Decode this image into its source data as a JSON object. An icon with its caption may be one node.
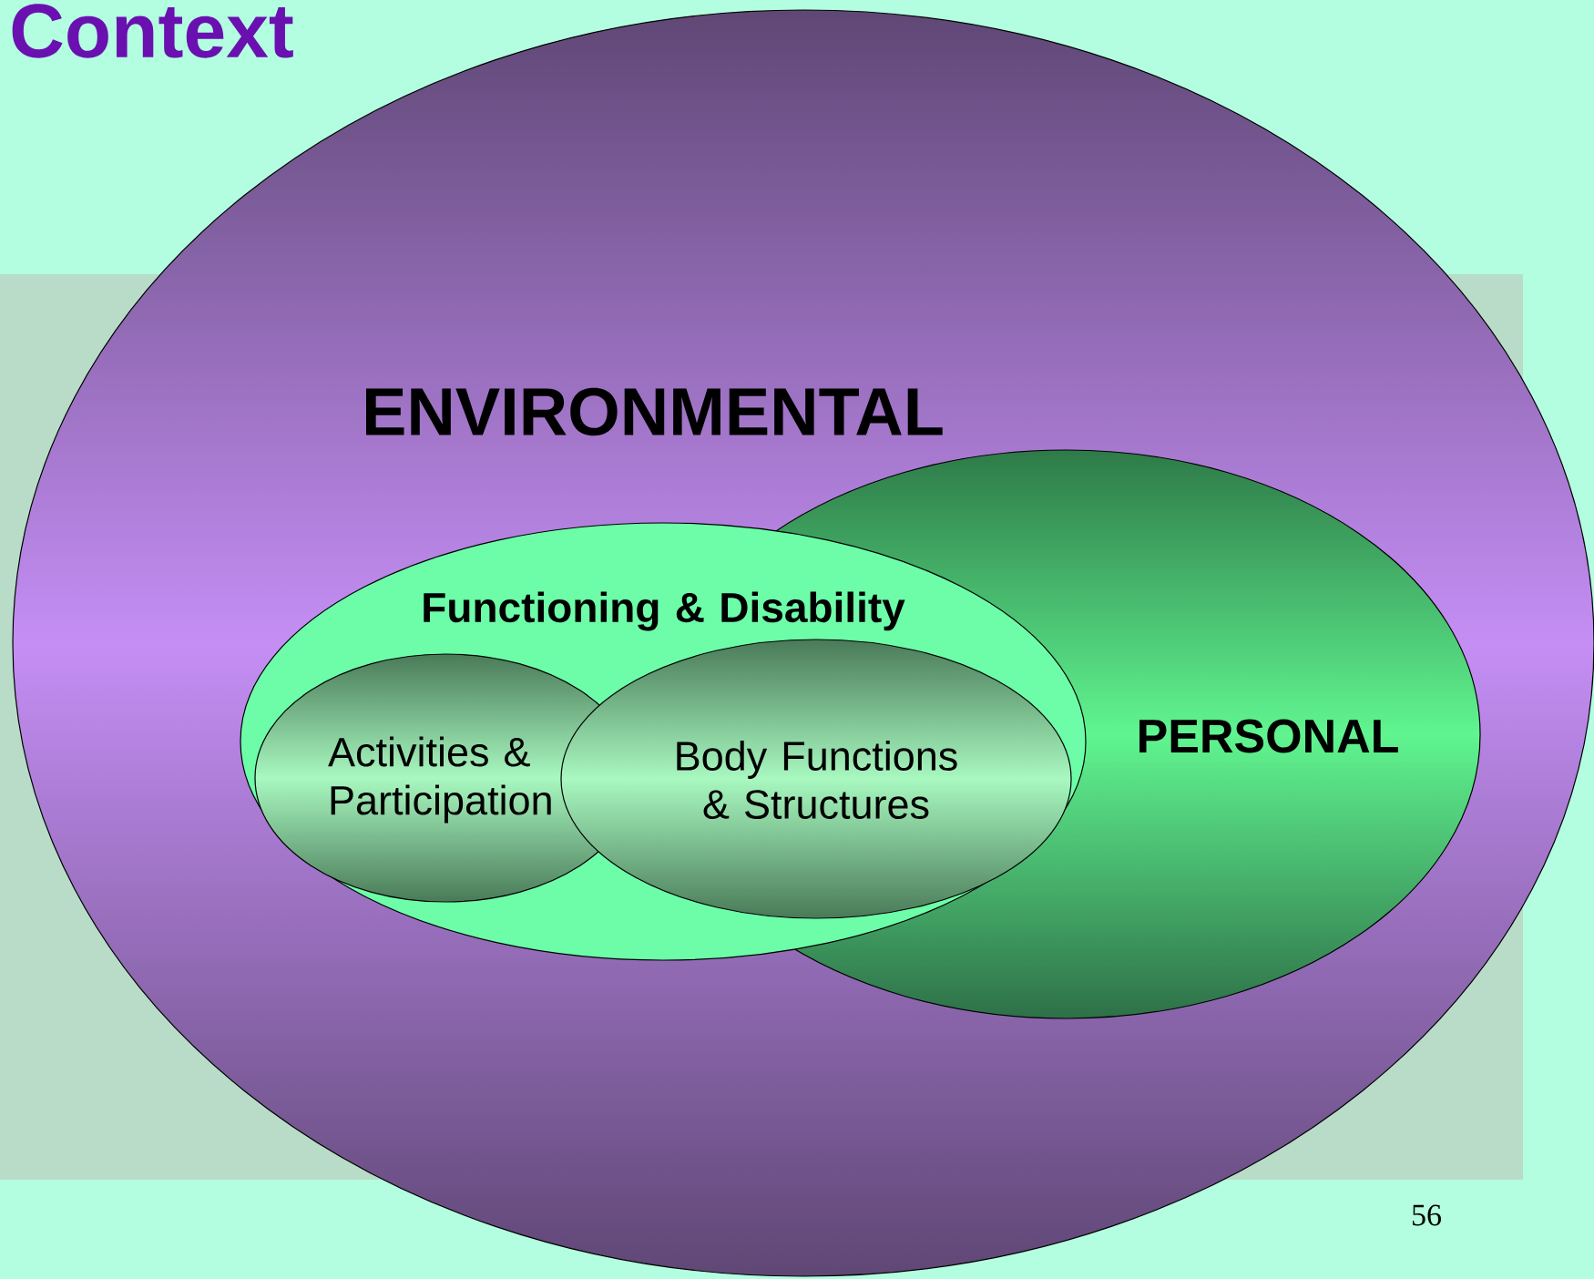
{
  "diagram": {
    "title": "Context",
    "nodes": [
      {
        "text": [
          "ENVIRONMENTAL"
        ]
      },
      {
        "text": [
          "PERSONAL"
        ],
        "in": 0
      },
      {
        "text": [
          "Functioning & Disability"
        ],
        "in": 0
      },
      {
        "text": [
          "Activities & Participation"
        ],
        "in": 2
      },
      {
        "text": [
          "Body Functions & Structures"
        ],
        "in": 2
      }
    ],
    "edges": [],
    "labels": [
      "56"
    ]
  }
}
